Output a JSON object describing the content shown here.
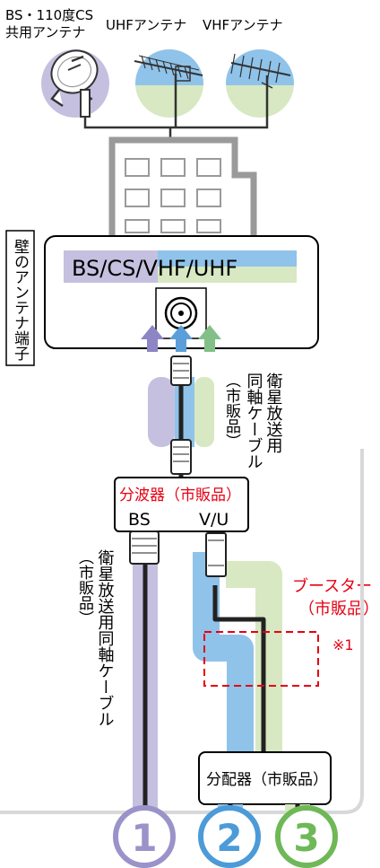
{
  "antennas": {
    "bs_label_line1": "BS・110度CS",
    "bs_label_line2": "共用アンテナ",
    "uhf_label": "UHFアンテナ",
    "vhf_label": "VHFアンテナ"
  },
  "wall_terminal": {
    "side_label": "壁のアンテナ端子",
    "band_label": "BS/CS/VHF/UHF"
  },
  "cables": {
    "upper_cable_line1": "衛星放送用",
    "upper_cable_line2": "同軸ケーブル",
    "upper_cable_note": "（市販品）",
    "left_cable_line1": "衛星放送用同軸ケーブル",
    "left_cable_note": "（市販品）"
  },
  "splitter": {
    "title": "分波器（市販品）",
    "port_bs": "BS",
    "port_vu": "V/U"
  },
  "booster": {
    "title": "ブースター",
    "note": "（市販品）",
    "footnote": "※1"
  },
  "distributor": {
    "title": "分配器（市販品）"
  },
  "outputs": [
    "1",
    "2",
    "3"
  ],
  "colors": {
    "bs_cs": "#c5c0df",
    "uhf_blue": "#8fc3e9",
    "vhf_green": "#d7e8c2",
    "arrow_purple": "#8d85c4",
    "arrow_blue": "#5a9fd9",
    "arrow_green": "#83c088",
    "note_red": "#e60012",
    "building_gray": "#9a9a9a",
    "circle_purple": "#9a93c9",
    "circle_blue": "#4c9bd8",
    "circle_green": "#6fb857"
  }
}
